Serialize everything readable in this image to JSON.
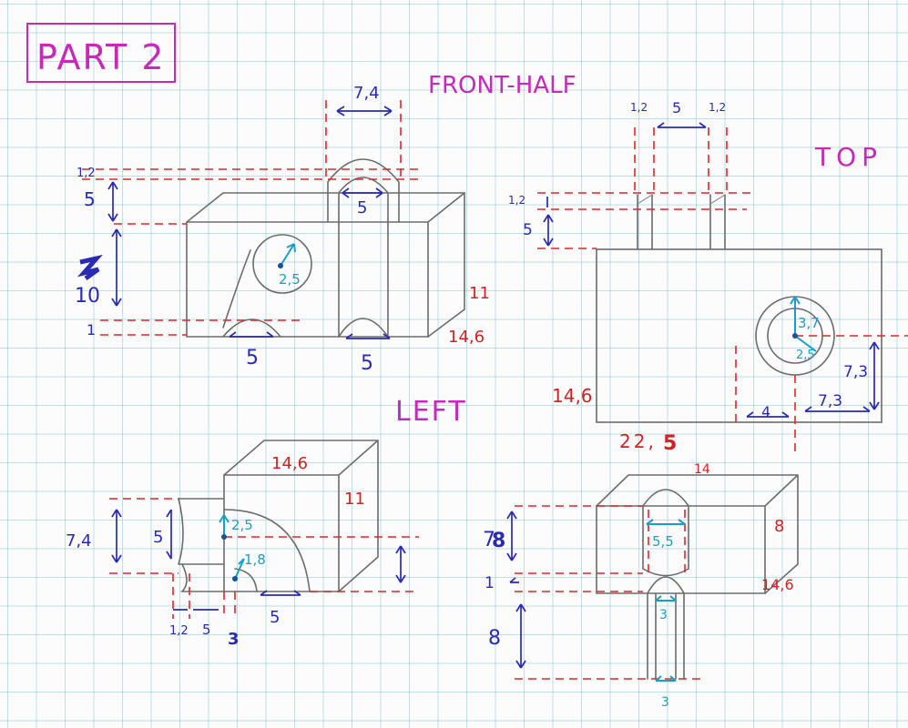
{
  "colors": {
    "pencil": "#6c6c6c",
    "dimension_line": "#e0262b",
    "dimension_value_blue": "#2a2ab5",
    "dimension_value_red": "#d61f24",
    "radius": "#1a9fc4",
    "heading": "#c52ab8",
    "grid": "#78bec8"
  },
  "title": "PART 2",
  "views": {
    "front": {
      "label": "FRONT-HALF",
      "dims": {
        "tube_width": "7,4",
        "wall_top": "1,2",
        "height_top": "5",
        "scribble_mark": "scribble-mark",
        "height_main": "10",
        "wall_bottom": "1",
        "inner_top": "5",
        "bottom_left": "5",
        "bottom_center": "5",
        "hole_radius": "2,5",
        "side_height": "11",
        "depth": "14,6"
      }
    },
    "top": {
      "label": "TOP",
      "dims": {
        "wall_left": "1,2",
        "gap": "5",
        "wall_right": "1,2",
        "wall_small": "1,2",
        "height_5": "5",
        "depth": "14,6",
        "width": "22,",
        "width_overwrite": "5",
        "outer_radius": "3,7",
        "inner_radius": "2,5",
        "offset_x_small": "4",
        "offset_x": "7,3",
        "offset_y": "7,3"
      }
    },
    "left": {
      "label": "LEFT",
      "dims": {
        "top_depth": "14,6",
        "height": "11",
        "tube_height": "7,4",
        "inner": "5",
        "radius_large": "2,5",
        "radius_small": "1,8",
        "bottom_1": "1,2",
        "bottom_2": "5",
        "bottom_3": "3",
        "bottom_4": "5"
      }
    },
    "right": {
      "dims": {
        "top_width": "14",
        "height_7": "7",
        "height_7_overwrite": "8",
        "wall": "1",
        "height_8": "8",
        "tube_radius": "5,5",
        "side_8": "8",
        "depth": "14,6",
        "inner_3": "3",
        "bottom_3": "3"
      }
    }
  }
}
